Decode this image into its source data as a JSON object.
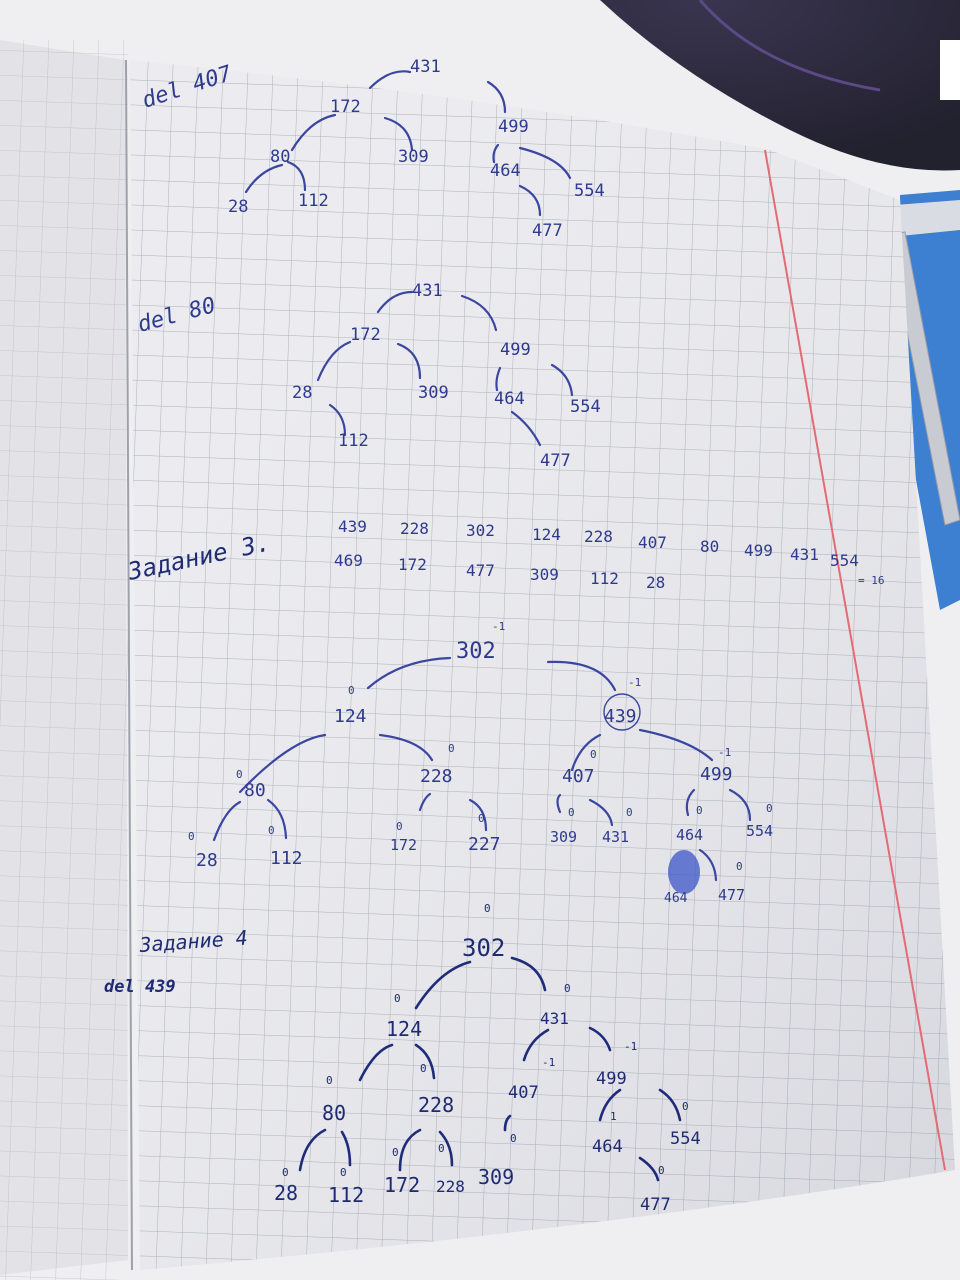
{
  "notebook": {
    "section1": {
      "heading": "del 407",
      "nodes": [
        "431",
        "172",
        "499",
        "80",
        "309",
        "464",
        "554",
        "28",
        "112",
        "477"
      ]
    },
    "section2": {
      "heading": "del 80",
      "nodes": [
        "431",
        "172",
        "499",
        "28",
        "309",
        "464",
        "554",
        "112",
        "477"
      ]
    },
    "section3": {
      "heading": "Задание 3.",
      "sequence_line1": [
        "439",
        "228",
        "302",
        "124",
        "228",
        "407",
        "80",
        "499",
        "431",
        "554"
      ],
      "sequence_line2": [
        "469",
        "172",
        "477",
        "309",
        "112",
        "28"
      ],
      "count_note": "= 16",
      "tree": {
        "nodes": [
          "302",
          "124",
          "439",
          "80",
          "228",
          "407",
          "499",
          "28",
          "112",
          "172",
          "227",
          "309",
          "431",
          "464",
          "554",
          "464",
          "477"
        ],
        "balance_marks": [
          "-1",
          "0",
          "-1",
          "0",
          "0",
          "0",
          "-1",
          "0",
          "0",
          "0",
          "0",
          "0",
          "0",
          "0",
          "0",
          "0"
        ]
      }
    },
    "section4": {
      "heading": "Задание 4",
      "subheading": "del 439",
      "tree": {
        "nodes": [
          "302",
          "124",
          "431",
          "80",
          "228",
          "407",
          "499",
          "28",
          "112",
          "172",
          "228",
          "309",
          "464",
          "554",
          "477"
        ],
        "balance_marks": [
          "0",
          "0",
          "0",
          "0",
          "0",
          "-1",
          "-1",
          "0",
          "0",
          "0",
          "0",
          "0",
          "1",
          "0",
          "0"
        ]
      }
    }
  }
}
